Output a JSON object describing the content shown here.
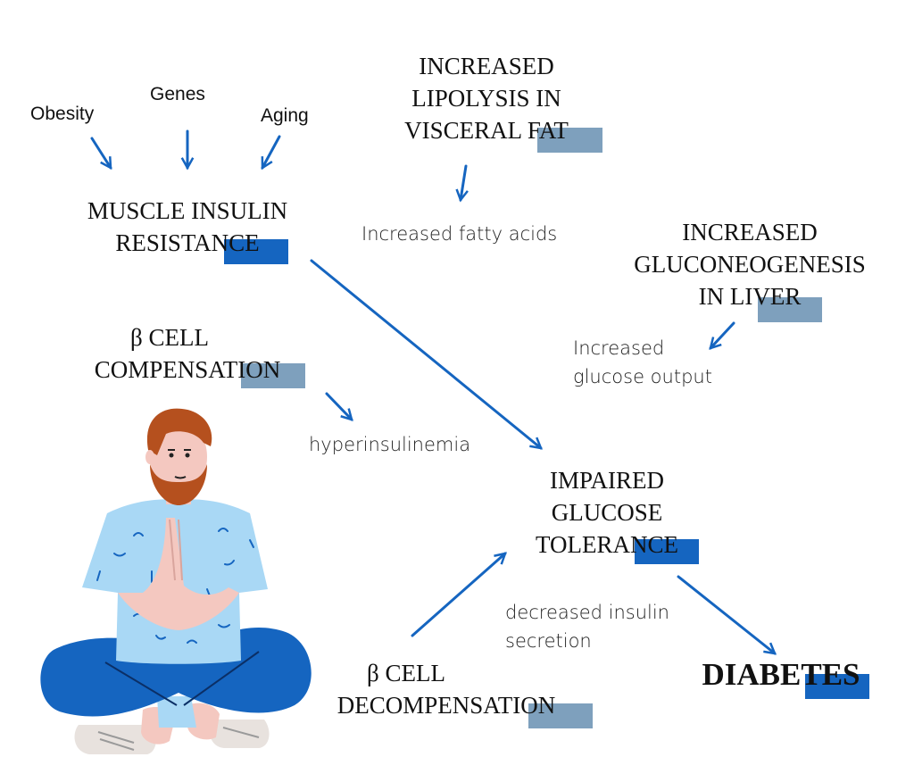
{
  "risk_factors": {
    "obesity": "Obesity",
    "genes": "Genes",
    "aging": "Aging"
  },
  "boxes": {
    "muscle": [
      "MUSCLE INSULIN",
      "RESISTANCE"
    ],
    "lipolysis": [
      "INCREASED",
      "LIPOLYSIS IN",
      "VISCERAL FAT"
    ],
    "gluconeogenesis": [
      "INCREASED",
      "GLUCONEOGENESIS",
      "IN LIVER"
    ],
    "beta_comp": [
      "β CELL",
      "COMPENSATION"
    ],
    "impaired": [
      "IMPAIRED",
      "GLUCOSE",
      "TOLERANCE"
    ],
    "beta_decomp": [
      "β CELL",
      "DECOMPENSATION"
    ],
    "diabetes": "DIABETES"
  },
  "notes": {
    "fatty_acids": "Increased fatty acids",
    "glucose_output": [
      "Increased",
      "glucose output"
    ],
    "hyperinsulinemia": "hyperinsulinemia",
    "decreased_insulin": [
      "decreased insulin",
      "secretion"
    ]
  },
  "colors": {
    "arrow": "#1565c0",
    "highlight_dark": "#1565c0",
    "highlight_grey": "#7ea0bd",
    "shirt": "#a9d8f5",
    "pants": "#1565c0",
    "skin": "#f4c8c0",
    "hair": "#b5501e"
  }
}
